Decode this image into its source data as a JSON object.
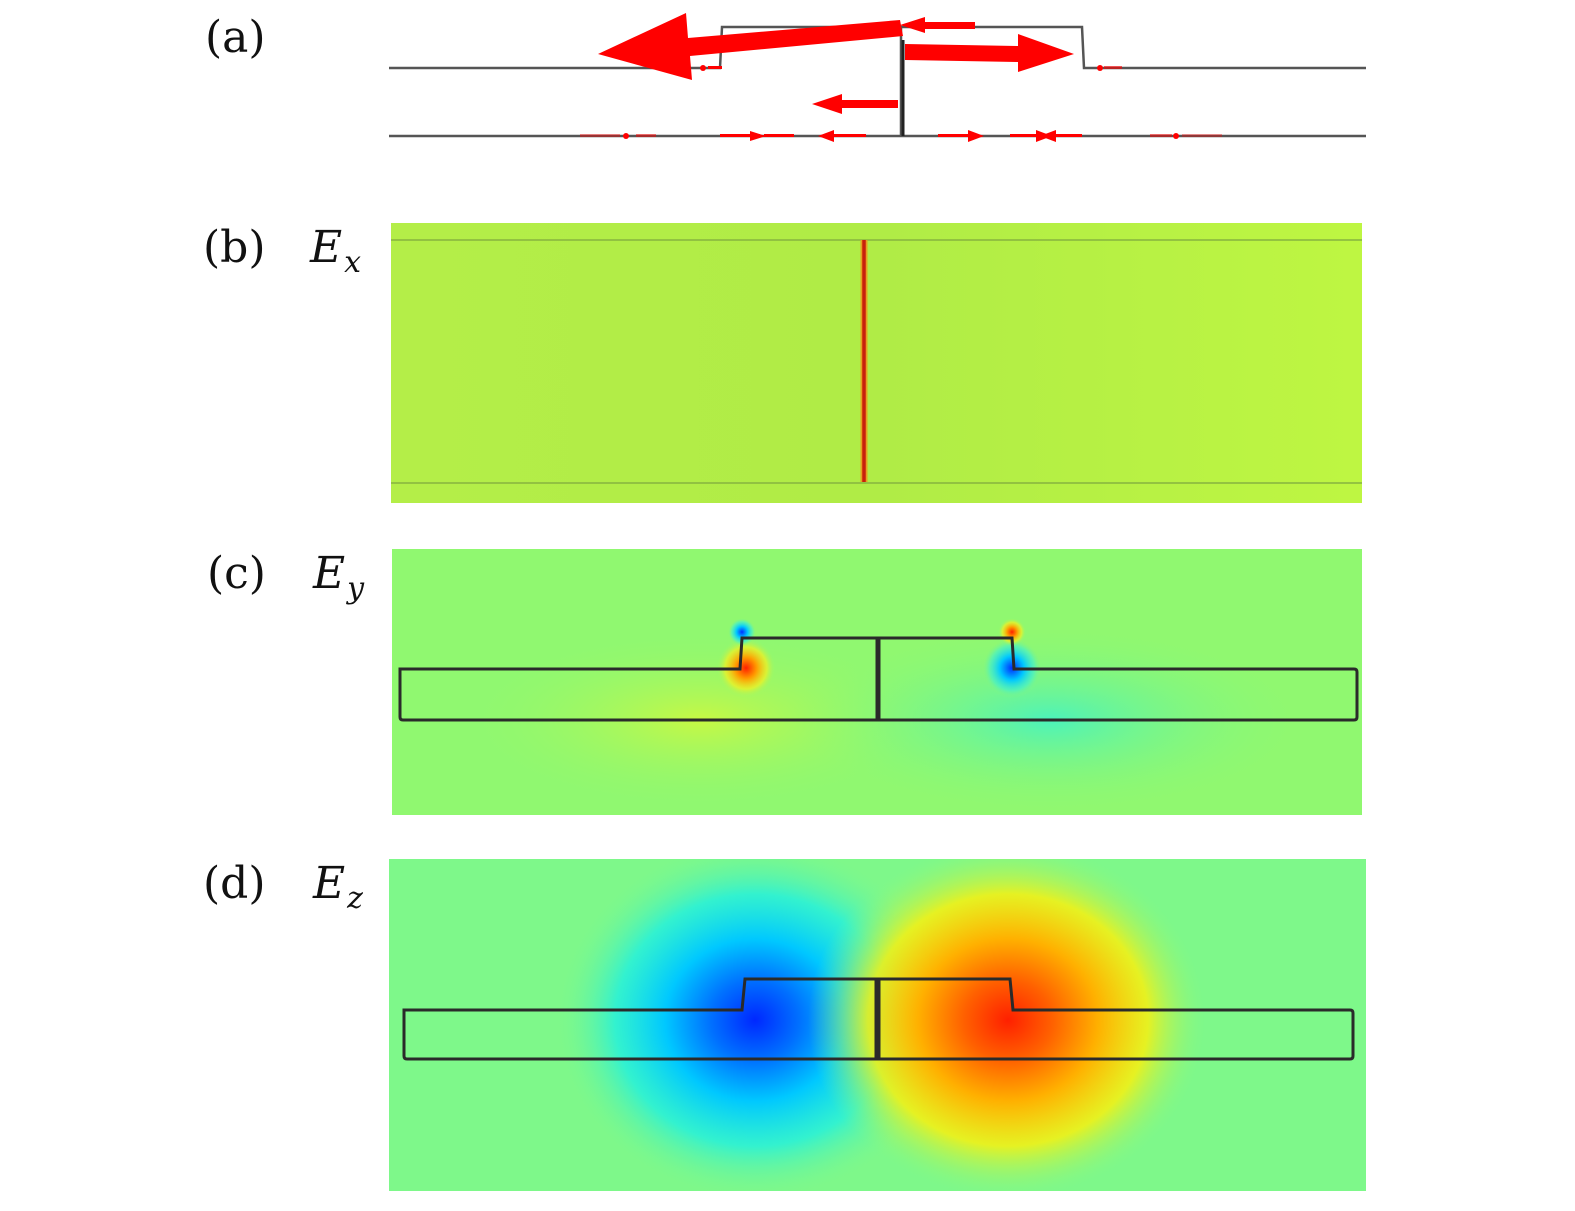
{
  "panels": {
    "a": {
      "label": "(a)"
    },
    "b": {
      "label": "(b)",
      "symbol": "E",
      "subscript": "x"
    },
    "c": {
      "label": "(c)",
      "symbol": "E",
      "subscript": "y"
    },
    "d": {
      "label": "(d)",
      "symbol": "E",
      "subscript": "z"
    }
  },
  "colors": {
    "arrow": "#ff0000",
    "outline": "#333333",
    "field_background_b": "#b8f442",
    "field_background_c": "#90f870",
    "field_background_d": "#7ef88a",
    "field_negative": "#0033ff",
    "field_positive": "#ff2200",
    "field_zero_line": "#c81e10"
  }
}
